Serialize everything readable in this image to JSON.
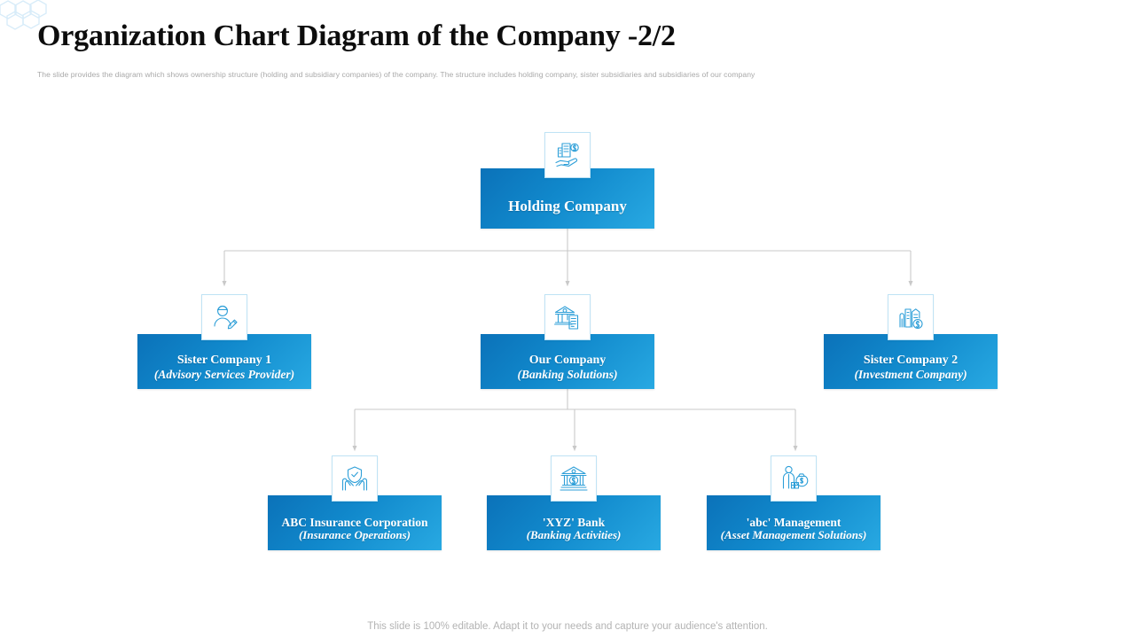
{
  "header": {
    "title": "Organization Chart Diagram of the Company -2/2",
    "subtitle": "The slide provides the diagram which shows ownership structure (holding and subsidiary companies) of the company. The structure includes holding company, sister subsidiaries and subsidiaries of our company"
  },
  "footer": {
    "note": "This slide is 100% editable. Adapt it to your needs and capture your audience's attention."
  },
  "theme": {
    "gradient_start": "#0b72b9",
    "gradient_end": "#28a9e2",
    "icon_stroke": "#2e9fd8",
    "icon_border": "#bfe3f5",
    "connector": "#c9c9c9",
    "title_color": "#0d0d0d",
    "subtitle_color": "#a9a9a9",
    "footer_color": "#b3b3b3",
    "hexagon_color": "#d8ecf9"
  },
  "chart_data": {
    "type": "diagram",
    "diagram_kind": "organization-chart",
    "levels": 3,
    "nodes": [
      {
        "id": "holding",
        "level": 1,
        "title": "Holding Company",
        "subtitle": "",
        "icon": "building-hand-money-icon",
        "children": [
          "sister1",
          "ourcompany",
          "sister2"
        ]
      },
      {
        "id": "sister1",
        "level": 2,
        "title": "Sister Company 1",
        "subtitle": "(Advisory Services Provider)",
        "icon": "advisor-person-pencil-icon",
        "children": []
      },
      {
        "id": "ourcompany",
        "level": 2,
        "title": "Our Company",
        "subtitle": "(Banking Solutions)",
        "icon": "bank-document-icon",
        "children": [
          "abcinsurance",
          "xyzbank",
          "abcmanagement"
        ]
      },
      {
        "id": "sister2",
        "level": 2,
        "title": "Sister Company 2",
        "subtitle": "(Investment Company)",
        "icon": "buildings-dollar-icon",
        "children": []
      },
      {
        "id": "abcinsurance",
        "level": 3,
        "title": "ABC Insurance Corporation",
        "subtitle": "(Insurance Operations)",
        "icon": "shield-hands-icon",
        "children": []
      },
      {
        "id": "xyzbank",
        "level": 3,
        "title": "'XYZ' Bank",
        "subtitle": "(Banking Activities)",
        "icon": "bank-dollar-icon",
        "children": []
      },
      {
        "id": "abcmanagement",
        "level": 3,
        "title": "'abc' Management",
        "subtitle": "(Asset Management Solutions)",
        "icon": "person-moneybag-icon",
        "children": []
      }
    ],
    "edges": [
      {
        "from": "holding",
        "to": "sister1"
      },
      {
        "from": "holding",
        "to": "ourcompany"
      },
      {
        "from": "holding",
        "to": "sister2"
      },
      {
        "from": "ourcompany",
        "to": "abcinsurance"
      },
      {
        "from": "ourcompany",
        "to": "xyzbank"
      },
      {
        "from": "ourcompany",
        "to": "abcmanagement"
      }
    ]
  }
}
